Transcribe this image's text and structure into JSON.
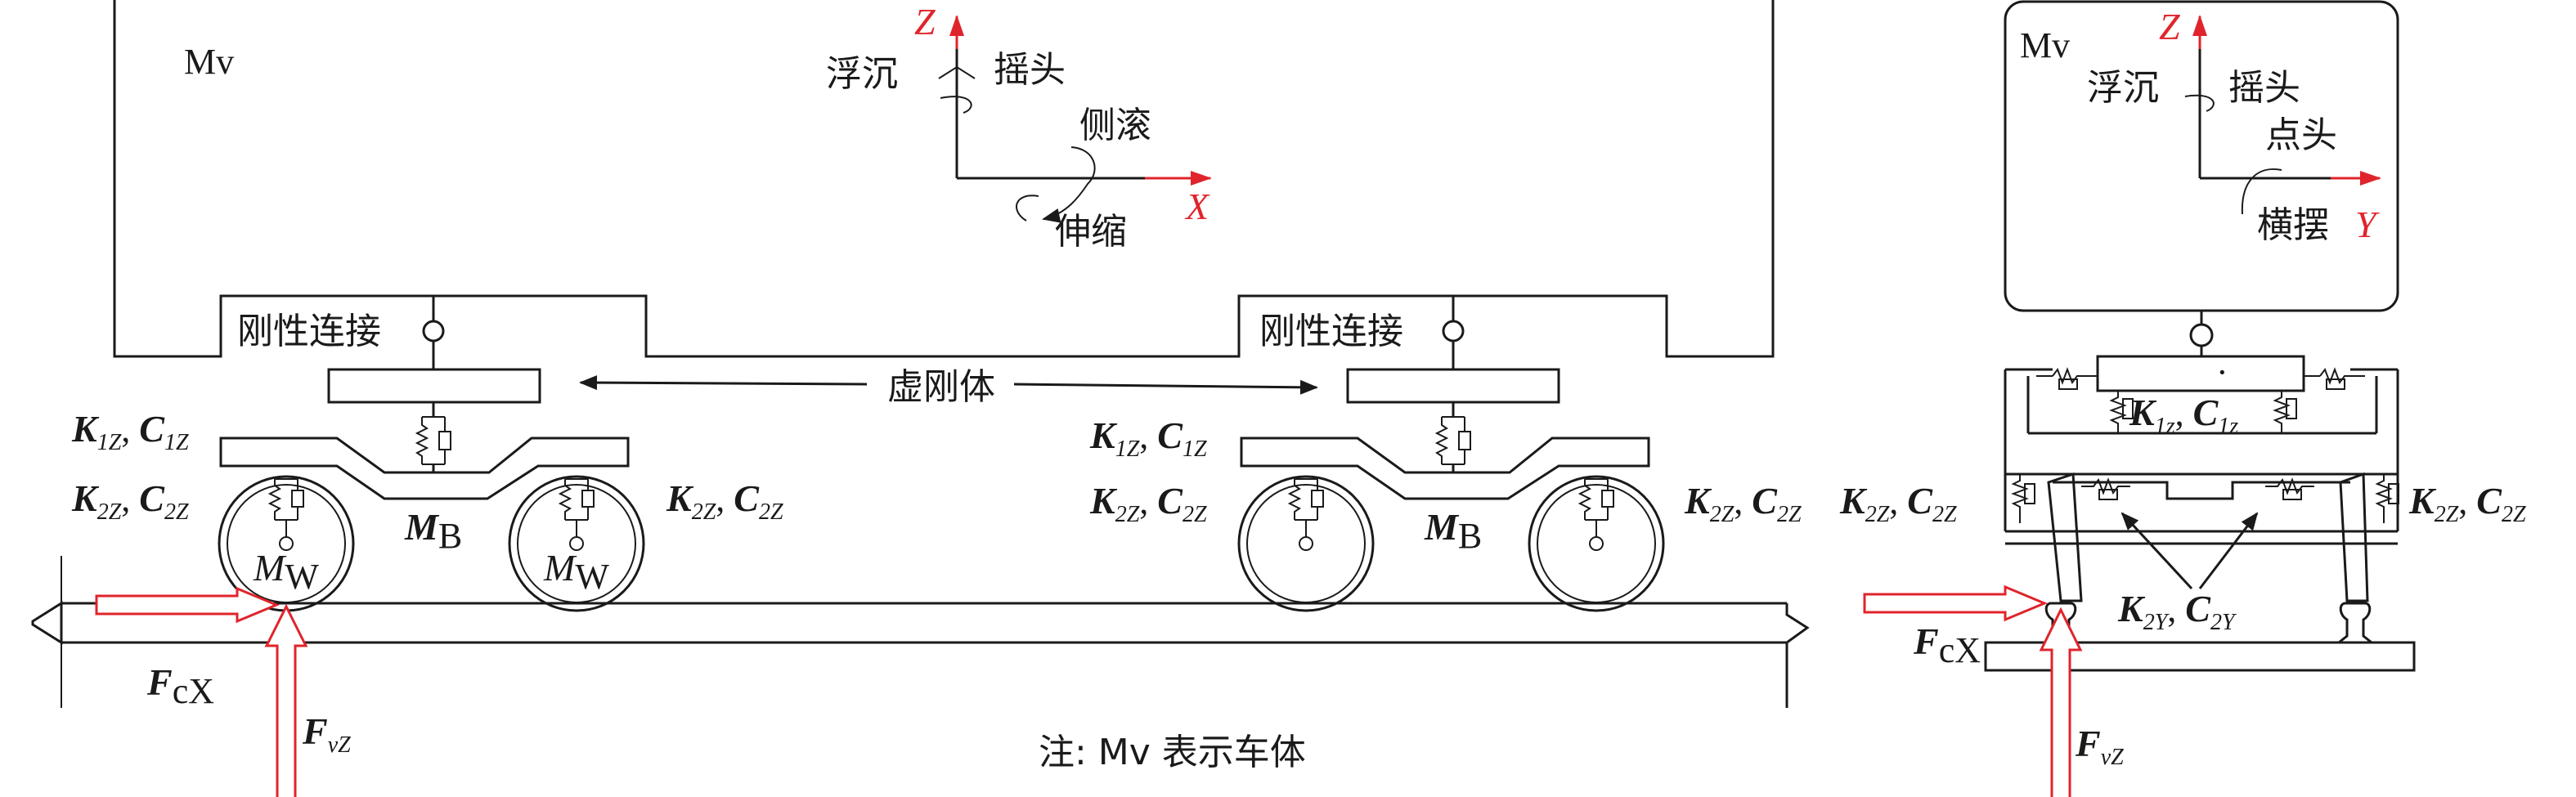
{
  "colors": {
    "line": "#1a1a1a",
    "accent": "#e0242b",
    "background": "#ffffff"
  },
  "side_view": {
    "body_label": "Mv",
    "axes": {
      "z": "Z",
      "x": "X",
      "heave": "浮沉",
      "yaw": "摇头",
      "roll": "侧滚",
      "surge": "伸缩"
    },
    "rigid_link_left": "刚性连接",
    "rigid_link_right": "刚性连接",
    "virtual_body": "虚刚体",
    "left_bogie": {
      "k1": "K",
      "k1_sub": "1Z",
      "c1": "C",
      "c1_sub": "1Z",
      "k2_left": "K",
      "k2_left_sub": "2Z",
      "c2_left": "C",
      "c2_left_sub": "2Z",
      "k2_right": "K",
      "k2_right_sub": "2Z",
      "c2_right": "C",
      "c2_right_sub": "2Z",
      "mb": "M",
      "mb_sub": "B",
      "mw1": "M",
      "mw1_sub": "W",
      "mw2": "M",
      "mw2_sub": "W"
    },
    "right_bogie": {
      "k1": "K",
      "k1_sub": "1Z",
      "c1": "C",
      "c1_sub": "1Z",
      "k2_left": "K",
      "k2_left_sub": "2Z",
      "c2_left": "C",
      "c2_left_sub": "2Z",
      "k2_right": "K",
      "k2_right_sub": "2Z",
      "c2_right": "C",
      "c2_right_sub": "2Z",
      "mb": "M",
      "mb_sub": "B"
    },
    "force_x": "F",
    "force_x_sub": "cX",
    "force_z": "F",
    "force_z_sub": "vZ",
    "note": "注: Mv 表示车体"
  },
  "end_view": {
    "body_label": "Mv",
    "axes": {
      "z": "Z",
      "y": "Y",
      "heave": "浮沉",
      "yaw": "摇头",
      "pitch": "点头",
      "sway": "横摆"
    },
    "dot": "·",
    "k1": "K",
    "k1_sub": "1z",
    "c1": "C",
    "c1_sub": "1z",
    "k2_left": "K",
    "k2_left_sub": "2Z",
    "c2_left": "C",
    "c2_left_sub": "2Z",
    "k2_right": "K",
    "k2_right_sub": "2Z",
    "c2_right": "C",
    "c2_right_sub": "2Z",
    "k2y": "K",
    "k2y_sub": "2Y",
    "c2y": "C",
    "c2y_sub": "2Y",
    "force_x": "F",
    "force_x_sub": "cX",
    "force_z": "F",
    "force_z_sub": "vZ"
  }
}
